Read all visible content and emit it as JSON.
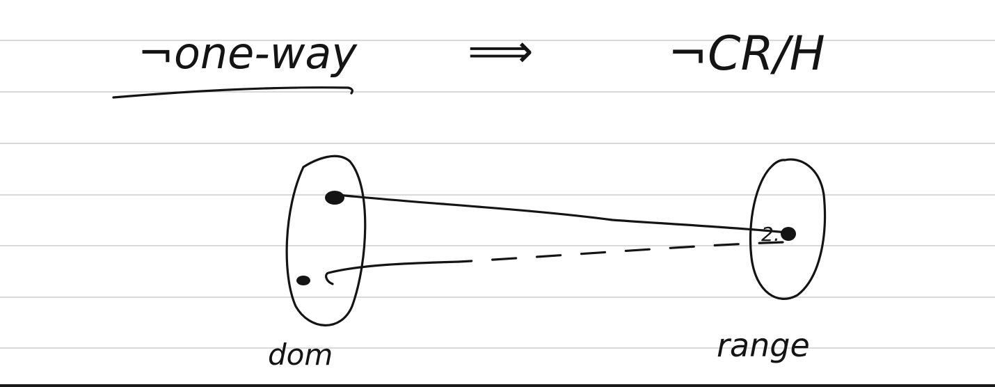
{
  "heading": {
    "left": "¬one-way",
    "arrow": "⟹",
    "right": "¬CR/H"
  },
  "domain_label": "dom",
  "range_label": "range",
  "range_point_label": "2.",
  "colors": {
    "ink": "#141414",
    "rule_line": "#d9d9d9",
    "background": "#ffffff"
  }
}
